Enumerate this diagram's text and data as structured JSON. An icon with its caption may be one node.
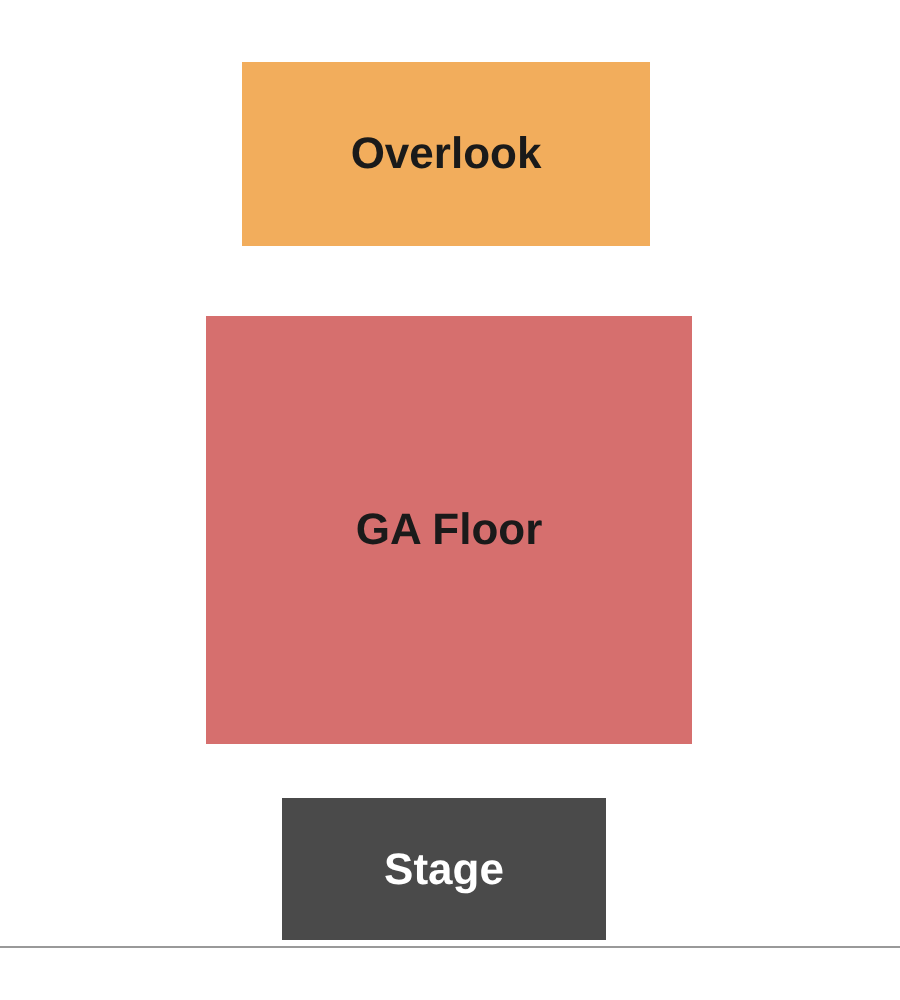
{
  "diagram": {
    "nodes": [
      {
        "text": [
          "Overlook"
        ]
      },
      {
        "text": [
          "GA Floor"
        ]
      },
      {
        "text": [
          "Stage"
        ]
      }
    ]
  }
}
